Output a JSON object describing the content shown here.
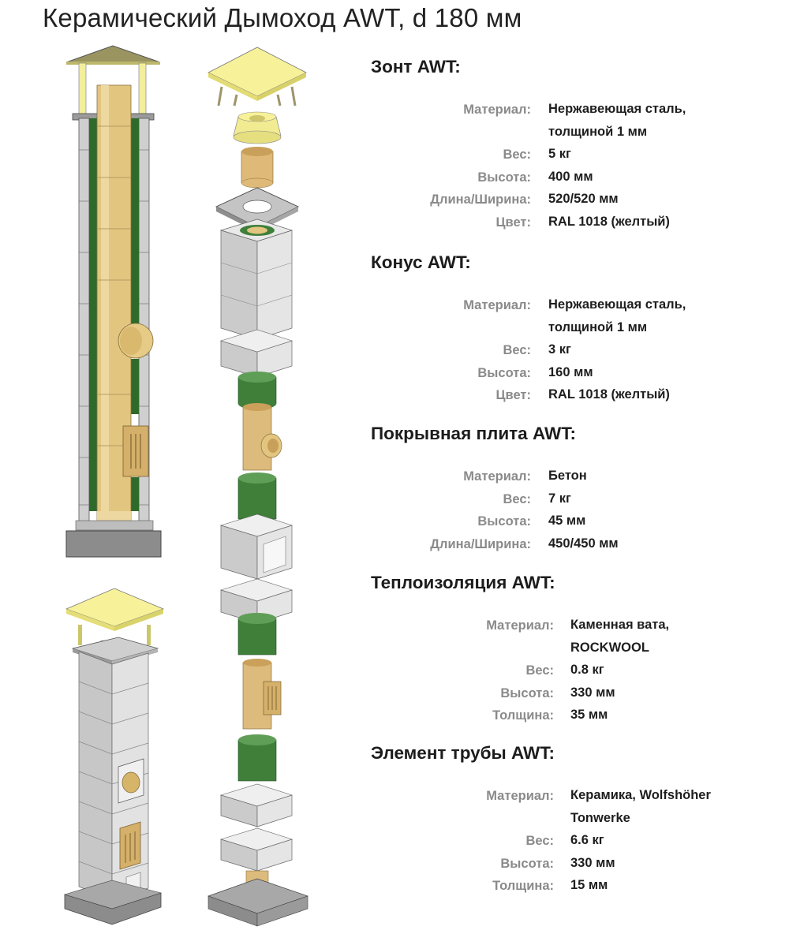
{
  "title": "Керамический Дымоход AWT, d 180 мм",
  "specs": [
    {
      "heading": "Зонт AWT:",
      "rows": [
        {
          "label": "Материал:",
          "value": "Нержавеющая сталь, толщиной 1 мм"
        },
        {
          "label": "Вес:",
          "value": "5 кг"
        },
        {
          "label": "Высота:",
          "value": "400 мм"
        },
        {
          "label": "Длина/Ширина:",
          "value": "520/520 мм"
        },
        {
          "label": "Цвет:",
          "value": "RAL 1018 (желтый)"
        }
      ]
    },
    {
      "heading": "Конус AWT:",
      "rows": [
        {
          "label": "Материал:",
          "value": "Нержавеющая сталь, толщиной 1 мм"
        },
        {
          "label": "Вес:",
          "value": "3 кг"
        },
        {
          "label": "Высота:",
          "value": "160 мм"
        },
        {
          "label": "Цвет:",
          "value": "RAL 1018 (желтый)"
        }
      ]
    },
    {
      "heading": "Покрывная плита AWT:",
      "rows": [
        {
          "label": "Материал:",
          "value": "Бетон"
        },
        {
          "label": "Вес:",
          "value": "7 кг"
        },
        {
          "label": "Высота:",
          "value": "45 мм"
        },
        {
          "label": "Длина/Ширина:",
          "value": "450/450 мм"
        }
      ]
    },
    {
      "heading": "Теплоизоляция AWT:",
      "rows": [
        {
          "label": "Материал:",
          "value": "Каменная вата, ROCKWOOL"
        },
        {
          "label": "Вес:",
          "value": "0.8 кг"
        },
        {
          "label": "Высота:",
          "value": "330 мм"
        },
        {
          "label": "Толщина:",
          "value": "35 мм"
        }
      ]
    },
    {
      "heading": "Элемент трубы AWT:",
      "rows": [
        {
          "label": "Материал:",
          "value": "Керамика, Wolfshöher Tonwerke"
        },
        {
          "label": "Вес:",
          "value": "6.6 кг"
        },
        {
          "label": "Высота:",
          "value": "330 мм"
        },
        {
          "label": "Толщина:",
          "value": "15 мм"
        }
      ]
    }
  ],
  "colors": {
    "cap_yellow": "#f7f29a",
    "ceramic_tan": "#e2c57f",
    "insulation_green": "#3f7f3a",
    "block_gray": "#d4d4d4",
    "base_gray": "#8c8c8c"
  }
}
